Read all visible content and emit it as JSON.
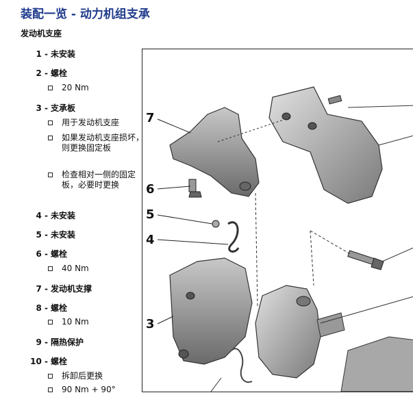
{
  "page_title": "装配一览 - 动力机组支承",
  "section_title": "发动机支座",
  "items": [
    {
      "num": "1 -",
      "label": "未安装",
      "subs": []
    },
    {
      "num": "2 -",
      "label": "螺栓",
      "subs": [
        "20 Nm"
      ]
    },
    {
      "num": "3 -",
      "label": "支承板",
      "subs": [
        "用于发动机支座",
        "如果发动机支座损坏，则更换固定板",
        "检查相对一侧的固定板，必要时更换"
      ]
    },
    {
      "num": "4 -",
      "label": "未安装",
      "subs": []
    },
    {
      "num": "5 -",
      "label": "未安装",
      "subs": []
    },
    {
      "num": "6 -",
      "label": "螺栓",
      "subs": [
        "40 Nm"
      ]
    },
    {
      "num": "7 -",
      "label": "发动机支撑",
      "subs": []
    },
    {
      "num": "8 -",
      "label": "螺栓",
      "subs": [
        "10 Nm"
      ]
    },
    {
      "num": "9 -",
      "label": "隔热保护",
      "subs": []
    },
    {
      "num": "10 -",
      "label": "螺栓",
      "subs": [
        "拆卸后更换",
        "90 Nm + 90°"
      ]
    }
  ],
  "figure_callouts": [
    "7",
    "6",
    "5",
    "4",
    "3"
  ]
}
